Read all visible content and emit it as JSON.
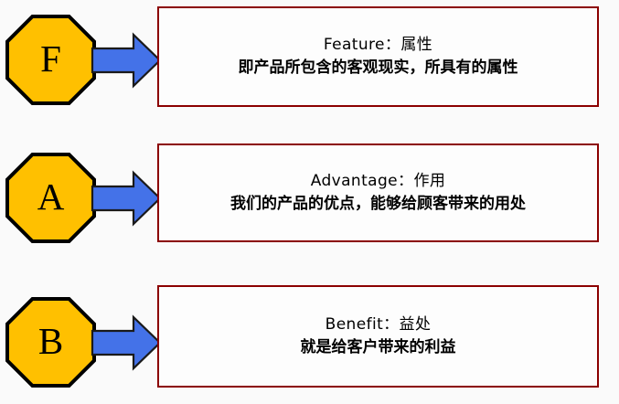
{
  "diagram": {
    "type": "fab-model",
    "background_color": "#fafafa",
    "shape_fill_color": "#ffc000",
    "shape_border_color": "#000000",
    "arrow_fill_color": "#4472e8",
    "arrow_border_color": "#1a1a1a",
    "box_border_color": "#8b0000",
    "box_fill_color": "#fdfdfd",
    "text_color": "#000000",
    "rows": [
      {
        "badge_letter": "F",
        "title": "Feature：属性",
        "description": "即产品所包含的客观现实，所具有的属性"
      },
      {
        "badge_letter": "A",
        "title": "Advantage：作用",
        "description": "我们的产品的优点，能够给顾客带来的用处"
      },
      {
        "badge_letter": "B",
        "title": "Benefit：益处",
        "description": "就是给客户带来的利益"
      }
    ]
  }
}
